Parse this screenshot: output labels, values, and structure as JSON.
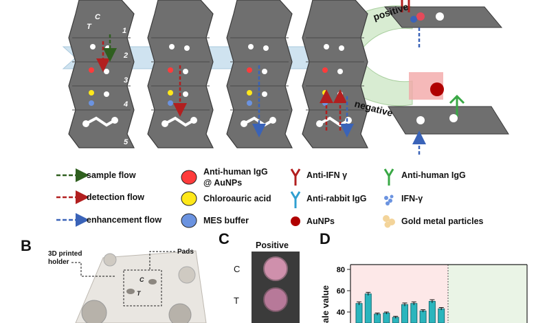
{
  "panel_a": {
    "branch_positive": "positive",
    "branch_negative": "negative",
    "pad_letters": {
      "c": "C",
      "t": "T"
    },
    "pad_numbers": [
      "1",
      "2",
      "3",
      "4",
      "5"
    ]
  },
  "legend": {
    "sample_flow": "sample flow",
    "detection_flow": "detection flow",
    "enhancement_flow": "enhancement flow",
    "anti_human_igg_aunps_line1": "Anti-human IgG",
    "anti_human_igg_aunps_line2": "@ AuNPs",
    "chloroauric_acid": "Chloroauric acid",
    "mes_buffer": "MES buffer",
    "anti_ifn": "Anti-IFN γ",
    "anti_rabbit_igg": "Anti-rabbit IgG",
    "aunps": "AuNPs",
    "anti_human_igg": "Anti-human IgG",
    "ifn": "IFN-γ",
    "gold_particles": "Gold metal particles",
    "colors": {
      "sample": "#2f5f1f",
      "detection": "#b21f1f",
      "enhancement": "#3a63b8",
      "red_dot": "#ff3b3b",
      "yellow_dot": "#ffe81a",
      "blue_dot": "#6b93e0"
    }
  },
  "panel_b": {
    "letter": "B",
    "holder_label_line1": "3D printed",
    "holder_label_line2": "holder",
    "pads_label": "Pads",
    "pad_c": "C",
    "pad_t": "T"
  },
  "panel_c": {
    "letter": "C",
    "title": "Positive",
    "row_c": "C",
    "row_t": "T"
  },
  "panel_d": {
    "letter": "D",
    "ylabel_fragment": "ale value",
    "chart_data": {
      "type": "bar",
      "ylim": [
        30,
        80
      ],
      "yticks": [
        40,
        60,
        80
      ],
      "values": [
        48,
        57,
        38,
        39,
        35,
        47,
        48,
        41,
        50,
        43
      ],
      "bar_color": "#2bb5bd",
      "errors": [
        1.5,
        1.5,
        1,
        1,
        1,
        1.5,
        1.5,
        1.2,
        1.5,
        1.2
      ]
    }
  }
}
